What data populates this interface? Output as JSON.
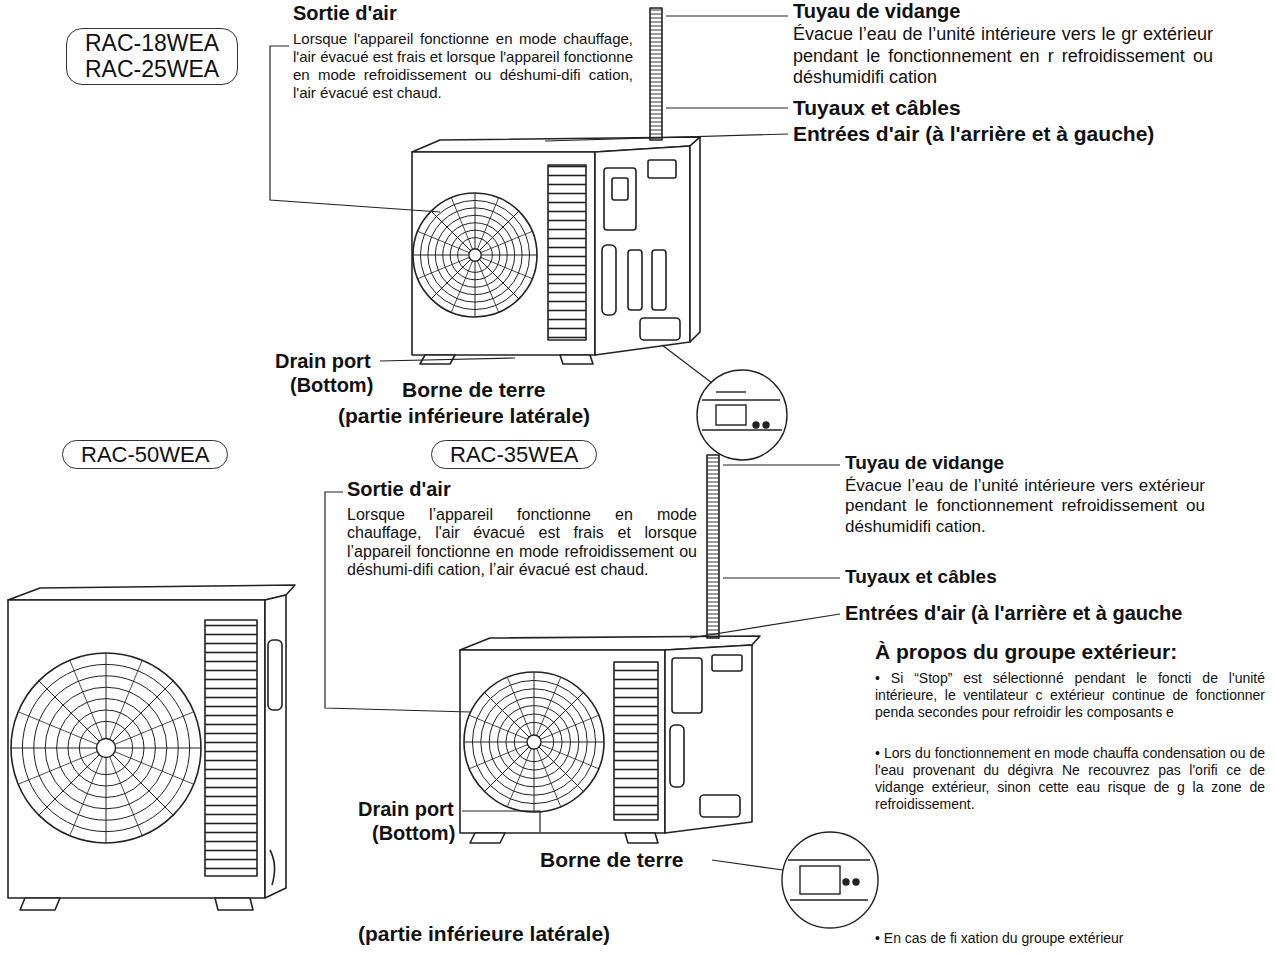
{
  "diagram": {
    "nodes": [
      {
        "text": [
          "RAC-18WEA",
          "RAC-25WEA"
        ]
      },
      {
        "text": [
          "RAC-50WEA"
        ]
      },
      {
        "text": [
          "RAC-35WEA"
        ]
      }
    ],
    "labels": [
      "Sortie d'air",
      "Lorsque l'appareil fonctionne en mode chauffage, l'air évacué est frais et lorsque l'appareil fonctionne en mode refroidissement ou déshumi-difi cation, l'air évacué est chaud.",
      "Tuyau de vidange",
      "Évacue l’eau de l’unité intérieure vers le gr extérieur pendant le fonctionnement en r refroidissement ou déshumidifi cation",
      "Tuyaux et câbles",
      "Entrées d'air (à l'arrière et à gauche)",
      "Drain port",
      "(Bottom)",
      "Borne de terre",
      "(partie inférieure latérale)",
      "Sortie d'air",
      "Lorsque l’appareil fonctionne en mode chauffage, l'air évacué est frais et lorsque l’appareil fonctionne en mode refroidissement ou déshumi-difi cation, l’air évacué est chaud.",
      "Tuyau de vidange",
      "Évacue l’eau de l’unité intérieure vers extérieur pendant le fonctionnement refroidissement ou déshumidifi cation.",
      "Tuyaux et câbles",
      "Entrées d'air (à l'arrière et à gauche",
      "À propos du groupe extérieur:",
      "• Si “Stop” est sélectionné pendant le foncti de l'unité intérieure, le ventilateur c extérieur continue de fonctionner penda secondes pour refroidir les composants e",
      "• Lors du fonctionnement en mode chauffa condensation ou de l'eau provenant du dégivra Ne recouvrez pas l'orifi ce de vidange extérieur, sinon cette eau risque de g la zone de refroidissement.",
      "• En cas de fi xation du groupe extérieur",
      "Drain port",
      "(Bottom)",
      "Borne de terre",
      "(partie inférieure latérale)"
    ]
  }
}
